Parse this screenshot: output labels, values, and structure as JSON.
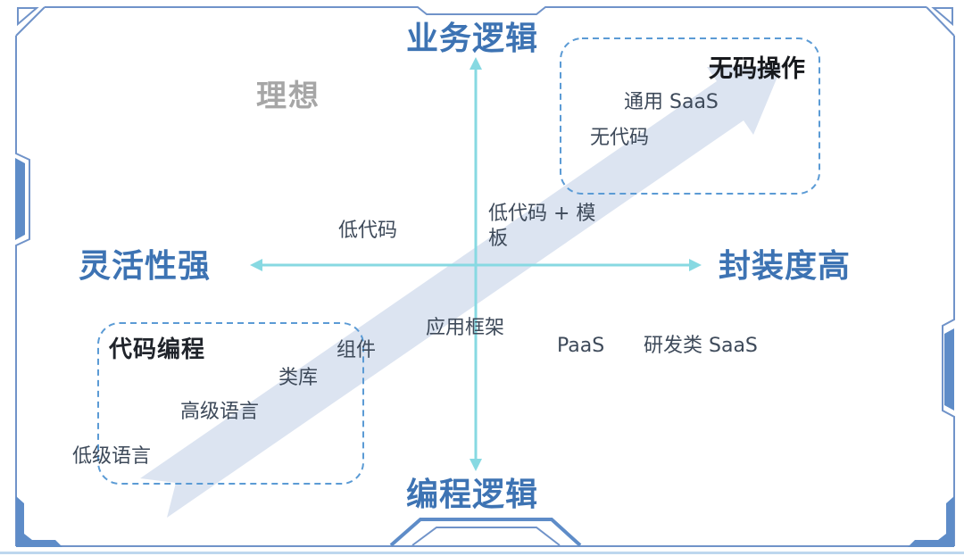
{
  "diagram": {
    "axes": {
      "top": "业务逻辑",
      "bottom": "编程逻辑",
      "left": "灵活性强",
      "right": "封装度高"
    },
    "annotations": {
      "ideal": "理想",
      "no_code_ops": "无码操作",
      "code_programming": "代码编程"
    },
    "items": {
      "general_saas": "通用 SaaS",
      "no_code": "无代码",
      "low_code_template": "低代码 + 模板",
      "low_code": "低代码",
      "component": "组件",
      "class_library": "类库",
      "high_level_language": "高级语言",
      "low_level_language": "低级语言",
      "app_framework": "应用框架",
      "paas": "PaaS",
      "rd_saas": "研发类 SaaS"
    },
    "colors": {
      "axis_label_blue": "#3d73b3",
      "axis_line_cyan": "#87d9e2",
      "frame_line_blue": "#7093c9",
      "frame_fill_blue": "#5e8cc8",
      "dashed_box_blue": "#5b9bd5",
      "trend_arrow_fill": "#dce4f1",
      "ideal_gray": "#a6a6a6",
      "item_text_dark": "#3e4a5a",
      "bottom_strip_blue": "#bdd7ee"
    }
  }
}
